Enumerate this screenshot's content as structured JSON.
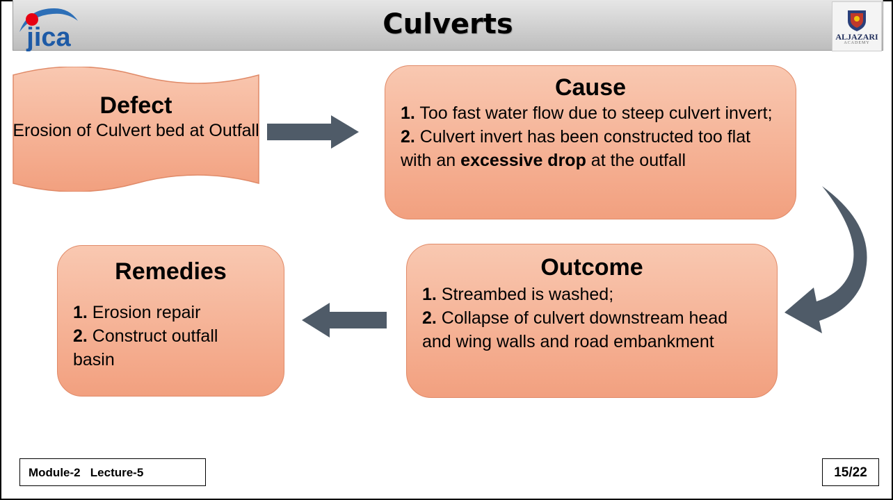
{
  "slide": {
    "title": "Culverts",
    "logo_left_text": "jica",
    "logo_right_text": "ALJAZARI",
    "logo_right_subtext": "ACADEMY"
  },
  "defect": {
    "heading": "Defect",
    "text": "Erosion of Culvert bed at Outfall"
  },
  "cause": {
    "heading": "Cause",
    "item1_num": "1.",
    "item1_text": " Too fast water flow due to steep culvert invert;",
    "item2_num": "2.",
    "item2_text_a": " Culvert invert has been constructed too flat with an ",
    "item2_bold": "excessive drop",
    "item2_text_b": " at the outfall"
  },
  "outcome": {
    "heading": "Outcome",
    "item1_num": "1.",
    "item1_text": " Streambed is washed;",
    "item2_num": "2.",
    "item2_text": " Collapse of culvert downstream head and wing walls and road embankment"
  },
  "remedies": {
    "heading": "Remedies",
    "item1_num": "1.",
    "item1_text": " Erosion repair",
    "item2_num": "2.",
    "item2_text": " Construct outfall basin"
  },
  "footer": {
    "module": "Module-2   Lecture-5",
    "page": "15/22"
  },
  "colors": {
    "box_fill_top": "#f9c8b1",
    "box_fill_bottom": "#f2a07f",
    "arrow": "#4f5b68"
  }
}
